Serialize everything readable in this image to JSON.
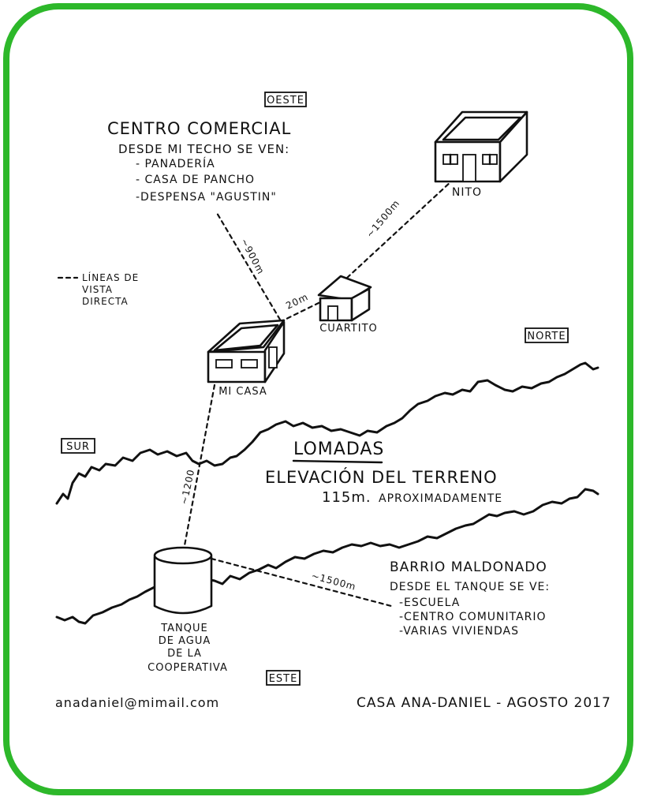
{
  "directions": {
    "west": "OESTE",
    "north": "NORTE",
    "south": "SUR",
    "east": "ESTE"
  },
  "centro_comercial": {
    "title": "CENTRO COMERCIAL",
    "subtitle": "DESDE MI TECHO SE VEN:",
    "items": [
      "- PANADERÍA",
      "- CASA DE PANCHO",
      "-DESPENSA \"AGUSTIN\""
    ]
  },
  "legend": {
    "line1": "LÍNEAS DE",
    "line2": "VISTA",
    "line3": "DIRECTA"
  },
  "places": {
    "nito": "NITO",
    "cuartito": "CUARTITO",
    "mi_casa": "MI CASA",
    "tanque": [
      "TANQUE",
      "DE AGUA",
      "DE LA",
      "COOPERATIVA"
    ]
  },
  "distances": {
    "mi_casa_comercial": "~900m",
    "mi_casa_cuartito": "20m",
    "cuartito_nito": "~1500m",
    "mi_casa_tanque": "~1200",
    "tanque_barrio": "~1500m"
  },
  "terrain": {
    "heading": "LOMADAS",
    "line1": "ELEVACIÓN DEL TERRENO",
    "line2_number": "115m.",
    "line2_text": "APROXIMADAMENTE"
  },
  "barrio": {
    "title": "BARRIO MALDONADO",
    "subtitle": "DESDE EL TANQUE SE VE:",
    "items": [
      "-ESCUELA",
      "-CENTRO COMUNITARIO",
      "-VARIAS VIVIENDAS"
    ]
  },
  "footer": {
    "email": "anadaniel@mimail.com",
    "signature": "CASA ANA-DANIEL - AGOSTO 2017"
  },
  "colors": {
    "frame": "#2db82a",
    "ink": "#111111",
    "background": "#ffffff"
  }
}
